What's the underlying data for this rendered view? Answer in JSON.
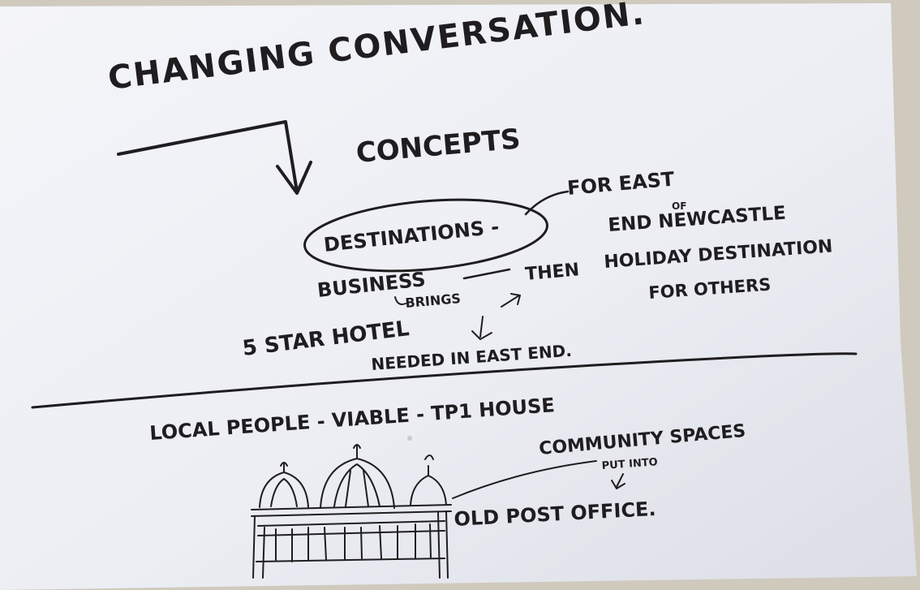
{
  "note": {
    "title": "CHANGING CONVERSATION.",
    "concepts": "CONCEPTS",
    "destinations": "DESTINATIONS -",
    "for_east": "FOR EAST",
    "of": "OF",
    "end_newcastle": "END NEWCASTLE",
    "business": "BUSINESS",
    "brings": "BRINGS",
    "then": "THEN",
    "holiday_destination": "HOLIDAY DESTINATION",
    "for_others": "FOR OTHERS",
    "five_star_hotel": "5 STAR HOTEL",
    "needed_east_end": "NEEDED IN EAST END.",
    "local_people": "LOCAL  PEOPLE -  VIABLE -  TP1 HOUSE",
    "community_spaces": "COMMUNITY  SPACES",
    "put_into": "PUT INTO",
    "old_post_office": "OLD  POST OFFICE."
  },
  "colors": {
    "paper": "#eceef4",
    "background_wall": "#cfcabd",
    "ink": "#1f1d20"
  }
}
